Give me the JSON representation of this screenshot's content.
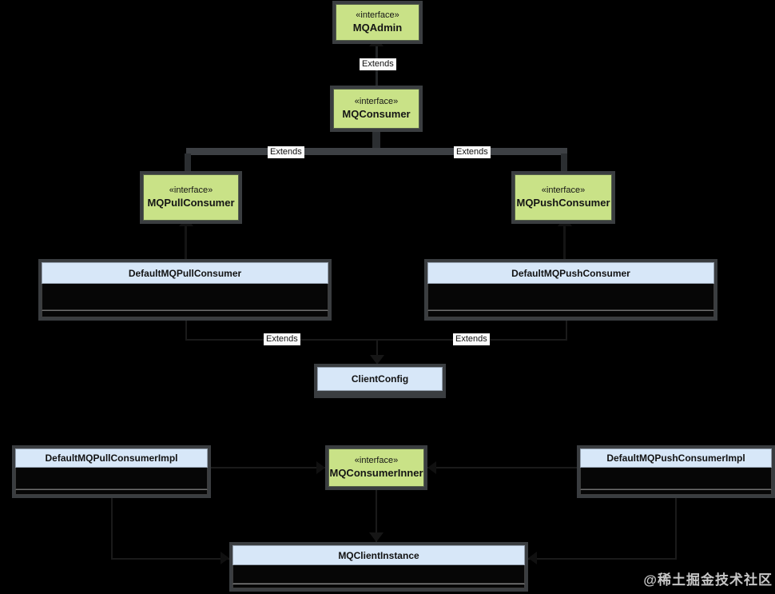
{
  "diagram": {
    "watermark": "@稀土掘金技术社区",
    "labels": {
      "extends": "Extends"
    },
    "colors": {
      "background": "#000000",
      "interface_fill": "#c9e287",
      "class_title_fill": "#d7e7f8",
      "node_frame": "#3a3d40",
      "connector": "#3d4044",
      "edge_label_bg": "#ffffff"
    },
    "nodes": {
      "mqadmin": {
        "stereotype": "«interface»",
        "name": "MQAdmin"
      },
      "mqconsumer": {
        "stereotype": "«interface»",
        "name": "MQConsumer"
      },
      "mqpullconsumer": {
        "stereotype": "«interface»",
        "name": "MQPullConsumer"
      },
      "mqpushconsumer": {
        "stereotype": "«interface»",
        "name": "MQPushConsumer"
      },
      "defaultmqpullconsumer": {
        "name": "DefaultMQPullConsumer"
      },
      "defaultmqpushconsumer": {
        "name": "DefaultMQPushConsumer"
      },
      "clientconfig": {
        "name": "ClientConfig"
      },
      "defaultmqpullconsumerimpl": {
        "name": "DefaultMQPullConsumerImpl"
      },
      "mqconsumerinner": {
        "stereotype": "«interface»",
        "name": "MQConsumerInner"
      },
      "defaultmqpushconsumerimpl": {
        "name": "DefaultMQPushConsumerImpl"
      },
      "mqclientinstance": {
        "name": "MQClientInstance"
      }
    }
  }
}
